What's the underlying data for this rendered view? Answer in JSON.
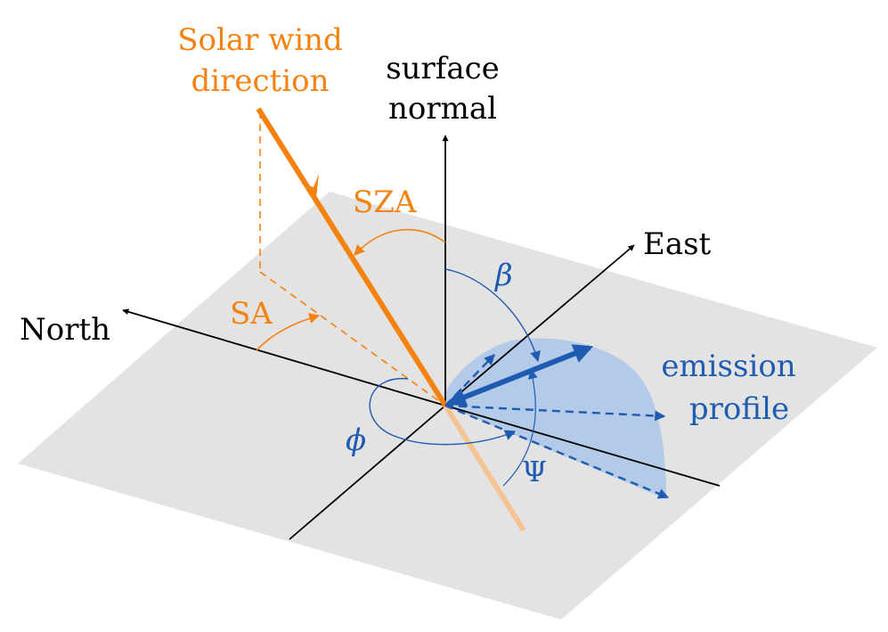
{
  "labels": {
    "solar_wind_line1": "Solar wind",
    "solar_wind_line2": "direction",
    "surface_normal_line1": "surface",
    "surface_normal_line2": "normal",
    "east": "East",
    "north": "North",
    "sza": "SZA",
    "sa": "SA",
    "beta": "β",
    "phi": "ϕ",
    "psi": "Ψ",
    "emission_line1": "emission",
    "emission_line2": "profile"
  },
  "colors": {
    "orange": "#f5820f",
    "orange_light": "#f6c493",
    "blue": "#1f5bb0",
    "blue_fill": "#b3cbe8",
    "plane": "#e3e3e3",
    "black": "#000000"
  }
}
